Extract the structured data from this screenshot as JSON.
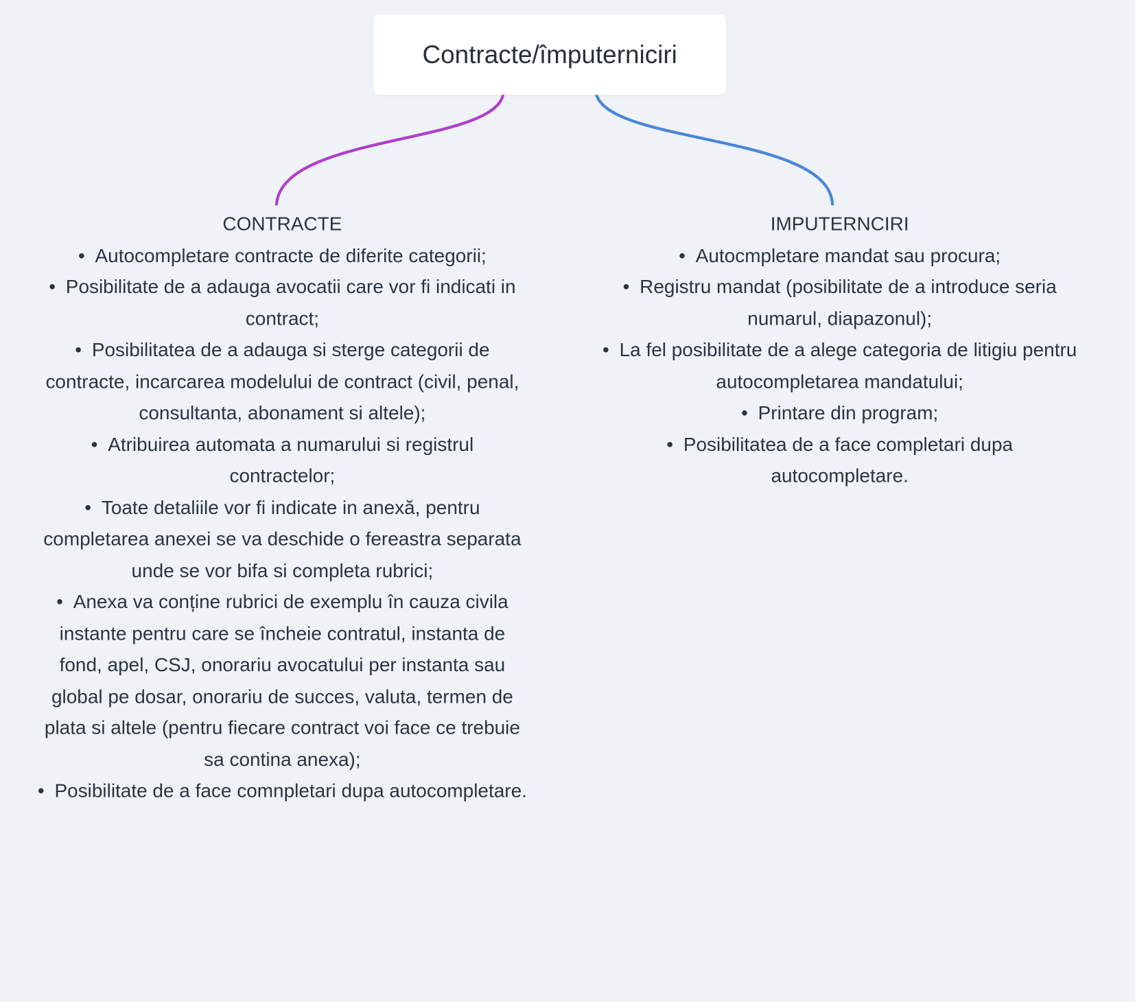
{
  "root": {
    "title": "Contracte/împuterniciri"
  },
  "branches": [
    {
      "title": "CONTRACTE",
      "color": "#b03fcc",
      "items": [
        "Autocompletare contracte de diferite categorii;",
        "Posibilitate de a adauga avocatii care vor fi indicati in contract;",
        "Posibilitatea de a adauga si sterge categorii de contracte, incarcarea modelului de contract (civil, penal, consultanta, abonament si altele);",
        "Atribuirea automata a numarului si registrul contractelor;",
        "Toate detaliile vor fi indicate in anexă, pentru completarea anexei se va deschide o fereastra separata unde se vor bifa si completa rubrici;",
        "Anexa va conține rubrici de exemplu în  cauza civila instante pentru care se încheie contratul, instanta de fond, apel, CSJ, onorariu avocatului per instanta sau global pe dosar, onorariu de succes, valuta, termen de plata si altele (pentru fiecare contract voi face ce trebuie sa contina anexa);",
        "Posibilitate de a face comnpletari dupa autocompletare."
      ]
    },
    {
      "title": "IMPUTERNCIRI",
      "color": "#4a86d6",
      "items": [
        "Autocmpletare mandat sau procura;",
        "Registru mandat (posibilitate de a introduce seria numarul, diapazonul);",
        "La fel posibilitate de a alege categoria de litigiu pentru autocompletarea mandatului;",
        "Printare din program;",
        "Posibilitatea de a face completari dupa autocompletare."
      ]
    }
  ]
}
